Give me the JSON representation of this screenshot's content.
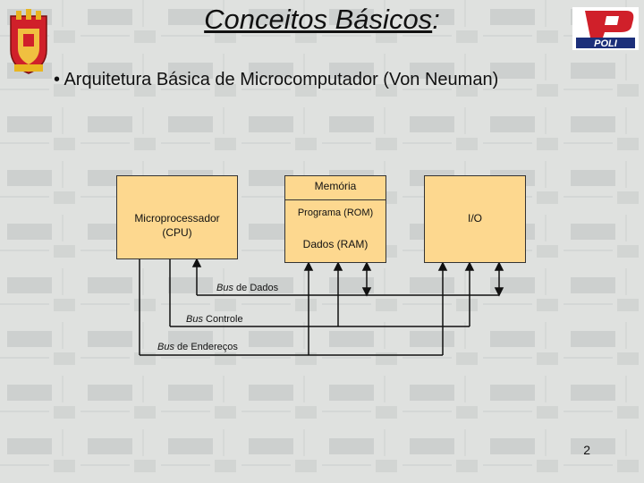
{
  "header": {
    "title": "Conceitos Básicos",
    "title_suffix": ":",
    "logo_left": "ufpe-coat-of-arms",
    "logo_right": "POLI"
  },
  "bullet": "• Arquitetura Básica de Microcomputador (Von Neuman)",
  "diagram": {
    "cpu": {
      "line1": "Microprocessador",
      "line2": "(CPU)"
    },
    "memory": {
      "title": "Memória",
      "rom": "Programa (ROM)",
      "ram": "Dados (RAM)"
    },
    "io": {
      "label": "I/O"
    },
    "buses": {
      "data": {
        "italic": "Bus",
        "rest": " de Dados"
      },
      "control": {
        "italic": "Bus",
        "rest": " Controle"
      },
      "address": {
        "italic": "Bus",
        "rest": " de Endereços"
      }
    }
  },
  "page_number": "2",
  "colors": {
    "box_fill": "#fdd88f",
    "line": "#111111",
    "logo_red": "#d0202a",
    "logo_blue": "#1c2f7a"
  }
}
